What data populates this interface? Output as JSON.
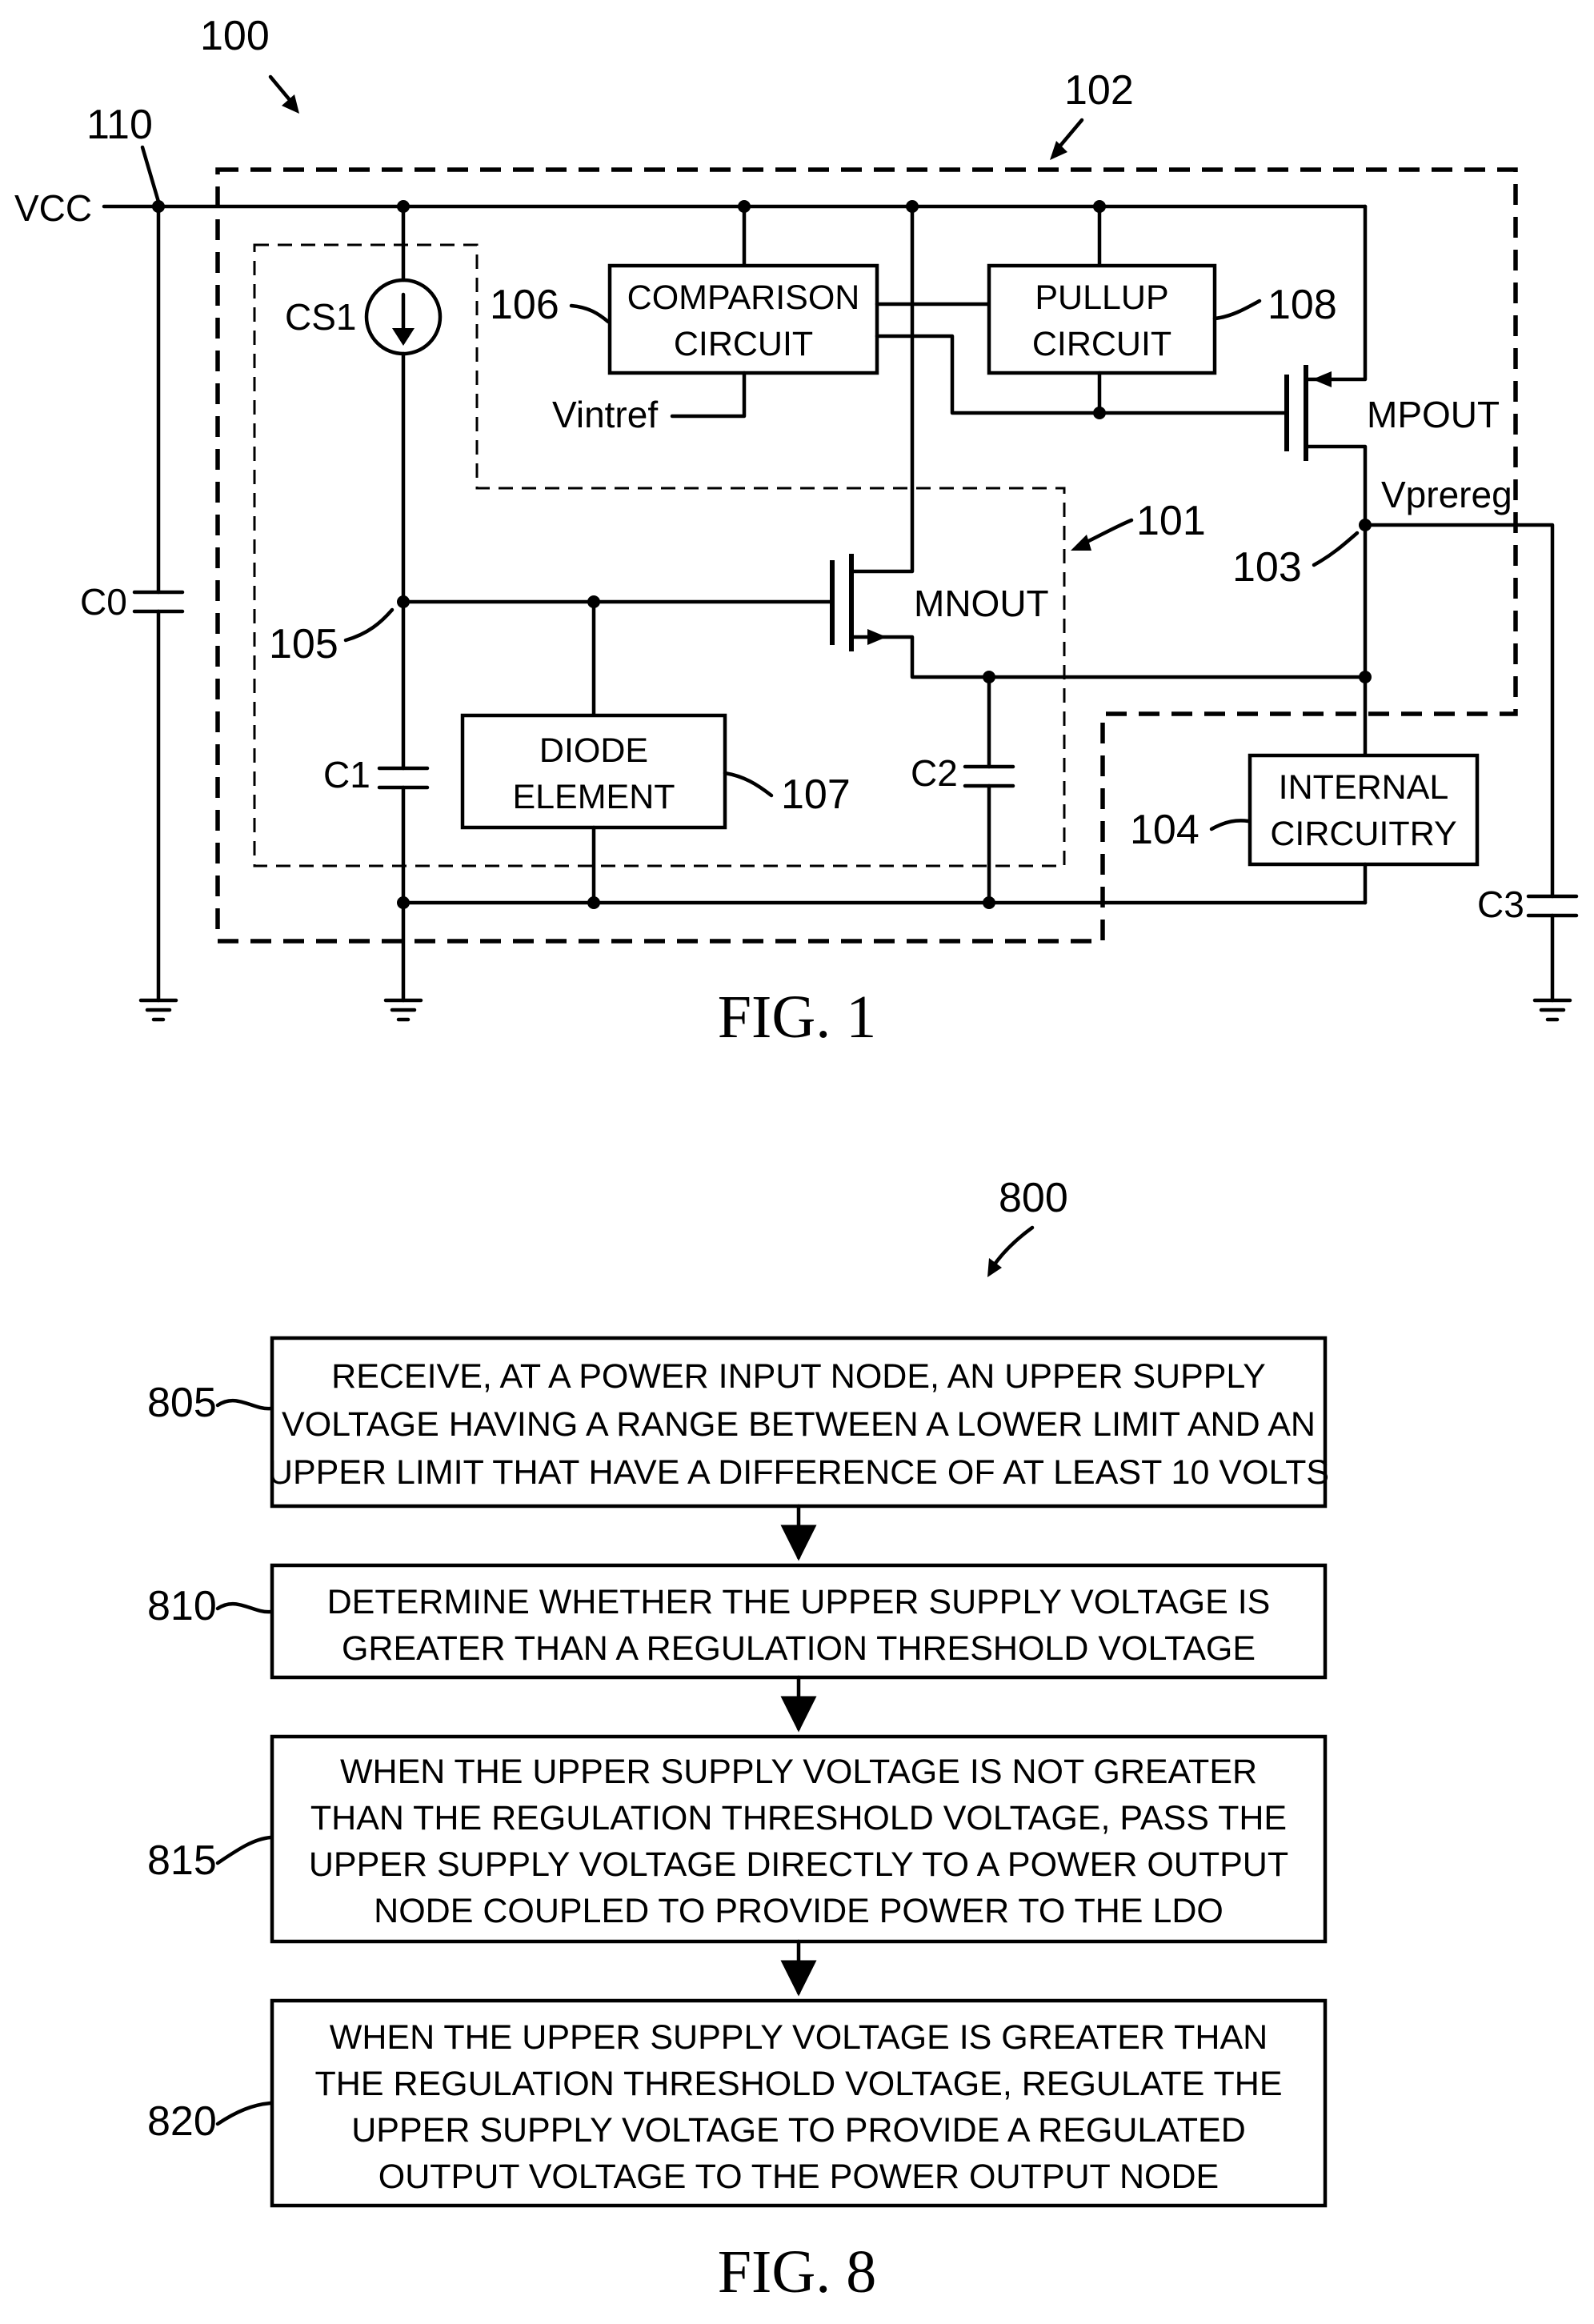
{
  "fig1": {
    "caption": "FIG. 1",
    "refs": {
      "system": "100",
      "vcc_node": "110",
      "regulator": "102",
      "sub_circuit": "101",
      "output_node": "103",
      "gate_node": "105",
      "comparison": "106",
      "diode": "107",
      "pullup": "108",
      "internal": "104"
    },
    "labels": {
      "vcc": "VCC",
      "cs1": "CS1",
      "c0": "C0",
      "c1": "C1",
      "c2": "C2",
      "c3": "C3",
      "vintref": "Vintref",
      "mpout": "MPOUT",
      "mnout": "MNOUT",
      "vprereg": "Vprereg"
    },
    "blocks": {
      "comparison_l1": "COMPARISON",
      "comparison_l2": "CIRCUIT",
      "pullup_l1": "PULLUP",
      "pullup_l2": "CIRCUIT",
      "diode_l1": "DIODE",
      "diode_l2": "ELEMENT",
      "internal_l1": "INTERNAL",
      "internal_l2": "CIRCUITRY"
    }
  },
  "fig8": {
    "caption": "FIG. 8",
    "ref": "800",
    "steps": [
      {
        "id": "805",
        "lines": [
          "RECEIVE, AT A POWER INPUT NODE, AN UPPER SUPPLY",
          "VOLTAGE HAVING A RANGE BETWEEN A LOWER LIMIT AND AN",
          "UPPER LIMIT THAT HAVE A DIFFERENCE OF AT LEAST 10 VOLTS"
        ]
      },
      {
        "id": "810",
        "lines": [
          "DETERMINE WHETHER THE UPPER SUPPLY VOLTAGE IS",
          "GREATER THAN A REGULATION THRESHOLD VOLTAGE"
        ]
      },
      {
        "id": "815",
        "lines": [
          "WHEN THE UPPER SUPPLY VOLTAGE IS NOT GREATER",
          "THAN THE REGULATION THRESHOLD VOLTAGE, PASS THE",
          "UPPER SUPPLY VOLTAGE DIRECTLY TO A POWER OUTPUT",
          "NODE COUPLED TO PROVIDE POWER TO THE LDO"
        ]
      },
      {
        "id": "820",
        "lines": [
          "WHEN THE UPPER SUPPLY VOLTAGE IS GREATER THAN",
          "THE REGULATION THRESHOLD VOLTAGE, REGULATE THE",
          "UPPER SUPPLY VOLTAGE TO PROVIDE A REGULATED",
          "OUTPUT VOLTAGE TO THE POWER OUTPUT NODE"
        ]
      }
    ]
  }
}
